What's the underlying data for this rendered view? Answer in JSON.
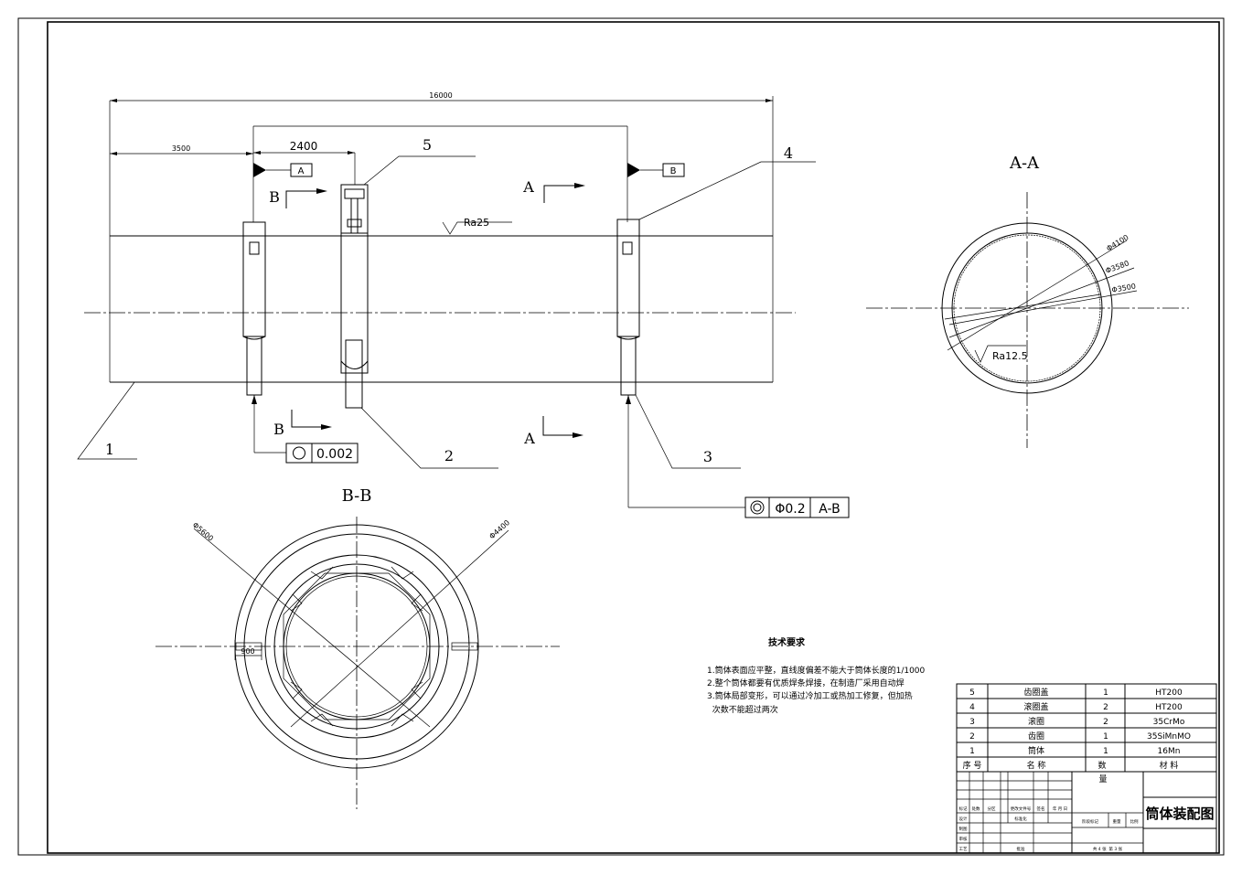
{
  "dimensions": {
    "total_length": "16000",
    "dist_3500": "3500",
    "dist_2400": "2400",
    "aa_d4100": "Φ4100",
    "aa_d3580": "Φ3580",
    "aa_d3500": "Φ3500",
    "bb_d5600": "Φ5600",
    "bb_d4400": "Φ4400",
    "bb_900": "900"
  },
  "roughness": {
    "main": "Ra25",
    "section": "Ra12.5"
  },
  "datums": {
    "a": "A",
    "b": "B"
  },
  "section_marks": {
    "a": "A",
    "b": "B",
    "aa_title": "A-A",
    "bb_title": "B-B"
  },
  "tolerances": {
    "circularity_value": "0.002",
    "coaxial_value": "Φ0.2",
    "coaxial_datum": "A-B"
  },
  "balloons": [
    "1",
    "2",
    "3",
    "4",
    "5"
  ],
  "tech": {
    "title": "技术要求",
    "lines": [
      "1.筒体表面应平整，直线度偏差不能大于筒体长度的1/1000",
      "2.整个筒体都要有优质焊条焊接，在制造厂采用自动焊",
      "3.筒体局部变形，可以通过冷加工或热加工修复，但加热",
      "  次数不能超过两次"
    ]
  },
  "bom": {
    "rows": [
      {
        "no": "5",
        "name": "齿圈盖",
        "qty": "1",
        "material": "HT200"
      },
      {
        "no": "4",
        "name": "滚圈盖",
        "qty": "2",
        "material": "HT200"
      },
      {
        "no": "3",
        "name": "滚圈",
        "qty": "2",
        "material": "35CrMo"
      },
      {
        "no": "2",
        "name": "齿圈",
        "qty": "1",
        "material": "35SiMnMO"
      },
      {
        "no": "1",
        "name": "筒体",
        "qty": "1",
        "material": "16Mn"
      }
    ],
    "header": {
      "no": "序 号",
      "name": "名  称",
      "qty": "数",
      "qty2": "量",
      "material": "材  料"
    }
  },
  "title_block": {
    "drawing_title": "筒体装配图",
    "r1": [
      "标记",
      "处数",
      "分区",
      "更改文件号",
      "签名",
      "年 月 日"
    ],
    "design": "设计",
    "std": "标准化",
    "stage": "阶段标记",
    "weight": "重量",
    "scale": "比例",
    "check": "审核",
    "craft": "工艺",
    "approve": "批准",
    "sheets": "共 4 张  第 3 张",
    "stamp1": "制图"
  }
}
